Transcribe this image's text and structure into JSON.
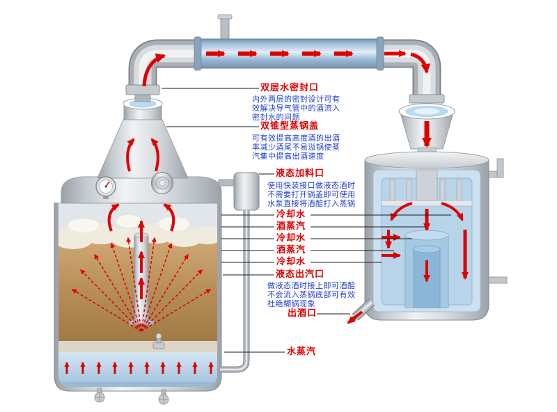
{
  "colors": {
    "label_red": "#e00000",
    "desc_blue": "#1f3ed0",
    "arrow_red": "#e00000"
  },
  "labels": {
    "water_seal": {
      "title": "双层水密封口",
      "desc": "内外两层的密封设计可有\n效解决导气管中的酒流入\n密封水的问题"
    },
    "cone_lid": {
      "title": "双锥型蒸锅盖",
      "desc": "可有效提高高度酒的出酒\n率减少酒尾不易溢锅使蒸\n汽集中提高出酒速度"
    },
    "liquid_inlet": {
      "title": "液态加料口",
      "desc": "使用快装接口做液态酒时\n不需要打开锅盖即可使用\n水泵直接将酒醅打入蒸锅"
    },
    "layers": [
      {
        "label": "冷却水"
      },
      {
        "label": "酒蒸汽"
      },
      {
        "label": "冷却水"
      },
      {
        "label": "酒蒸汽"
      },
      {
        "label": "冷却水"
      }
    ],
    "liquid_steam_outlet": {
      "title": "液态出汽口",
      "desc": "做液态酒时接上即可酒醅\n不会流入蒸锅底部可有效\n杜绝糊锅现象"
    },
    "wine_outlet": {
      "title": "出酒口"
    },
    "water_steam": {
      "title": "水蒸汽"
    }
  }
}
